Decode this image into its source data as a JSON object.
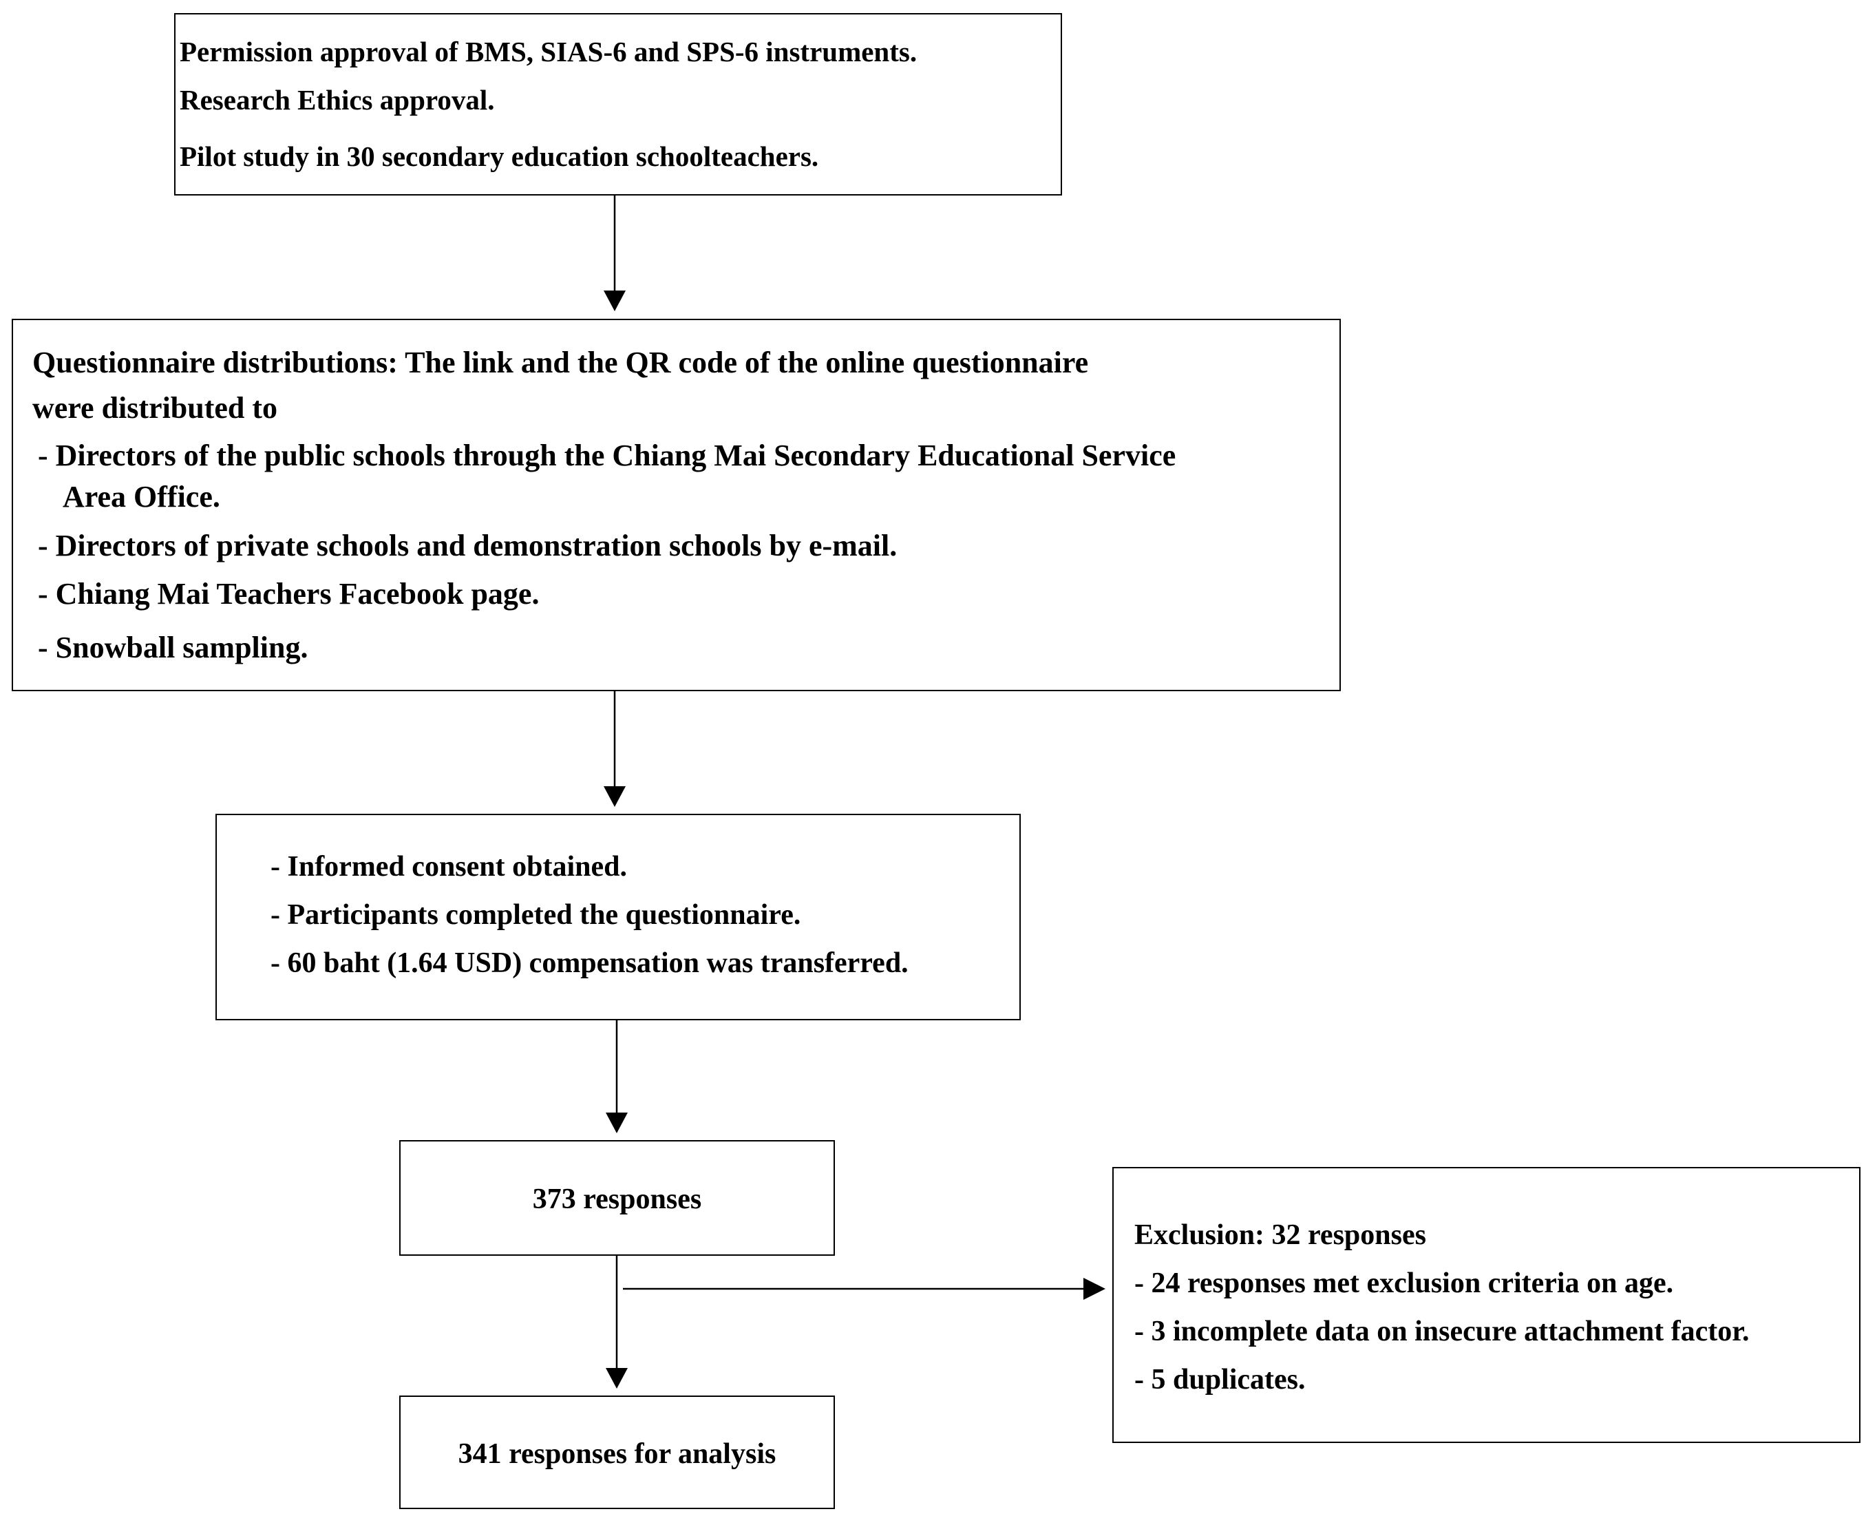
{
  "boxes": {
    "permissions": {
      "lines": [
        "Permission approval of BMS, SIAS-6 and SPS-6 instruments.",
        "Research Ethics approval.",
        "Pilot study in 30 secondary education schoolteachers."
      ]
    },
    "distribution": {
      "heading_line1": "Questionnaire distributions: The link and the QR code of the online questionnaire",
      "heading_line2": "were distributed to",
      "items": [
        "-  Directors of the public schools through the Chiang Mai Secondary Educational Service",
        "Area Office.",
        "-  Directors of private schools and demonstration schools by e-mail.",
        "-  Chiang Mai Teachers Facebook page.",
        "-  Snowball sampling."
      ]
    },
    "consent": {
      "lines": [
        "- Informed consent obtained.",
        "- Participants completed the questionnaire.",
        "- 60 baht (1.64 USD) compensation was transferred."
      ]
    },
    "responses": {
      "text": "373 responses"
    },
    "analysis": {
      "text": "341 responses for analysis"
    },
    "exclusion": {
      "lines": [
        "Exclusion: 32 responses",
        "- 24 responses met exclusion criteria on age.",
        "- 3 incomplete data on insecure attachment factor.",
        "- 5 duplicates."
      ]
    }
  }
}
